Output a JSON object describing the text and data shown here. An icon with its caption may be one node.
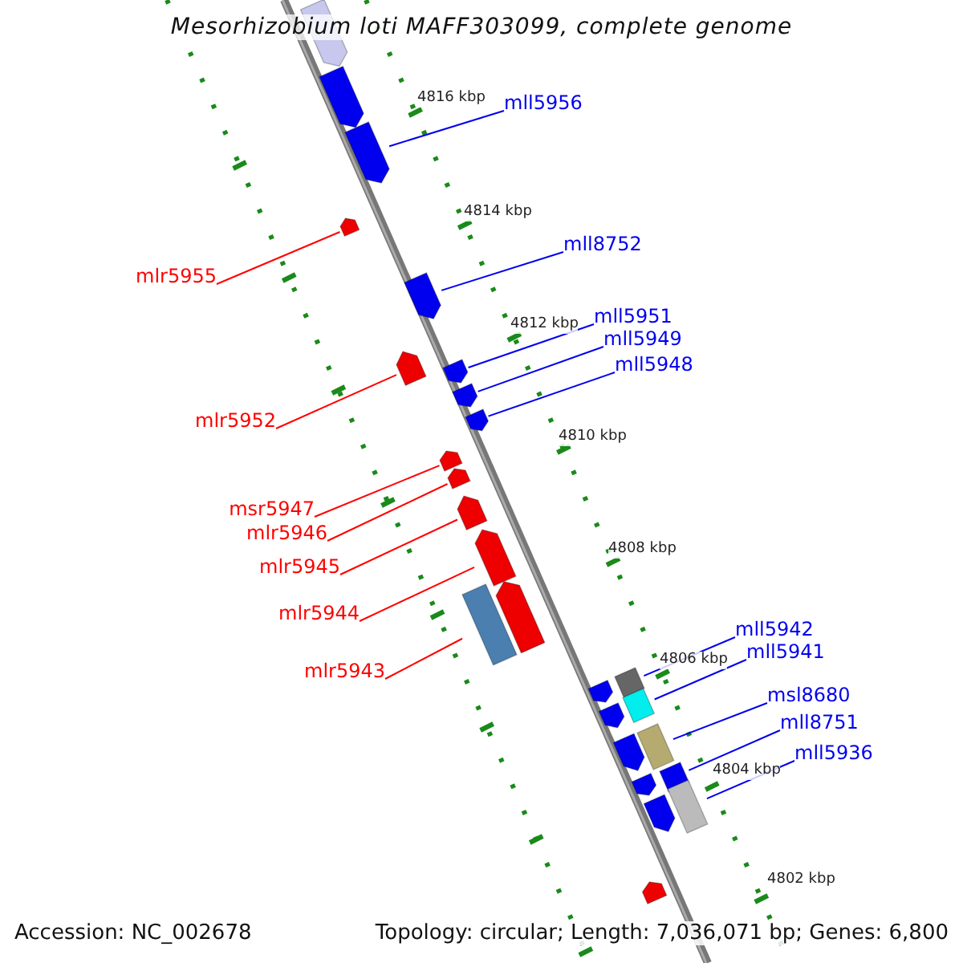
{
  "diagram": {
    "title": "Mesorhizobium loti MAFF303099, complete genome",
    "nodes": [
      {
        "text": [
          "mll5956"
        ]
      },
      {
        "text": [
          "mll8752"
        ]
      },
      {
        "text": [
          "mlr5955"
        ]
      },
      {
        "text": [
          "mll5951"
        ]
      },
      {
        "text": [
          "mll5949"
        ]
      },
      {
        "text": [
          "mll5948"
        ]
      },
      {
        "text": [
          "mlr5952"
        ]
      },
      {
        "text": [
          "msr5947"
        ]
      },
      {
        "text": [
          "mlr5946"
        ]
      },
      {
        "text": [
          "mlr5945"
        ]
      },
      {
        "text": [
          "mlr5944"
        ]
      },
      {
        "text": [
          "mll5942"
        ]
      },
      {
        "text": [
          "mll5941"
        ]
      },
      {
        "text": [
          "mlr5943"
        ]
      },
      {
        "text": [
          "msl8680"
        ]
      },
      {
        "text": [
          "mll8751"
        ]
      },
      {
        "text": [
          "mll5936"
        ]
      },
      {
        "text": [],
        "shape": "arrow"
      },
      {
        "text": [],
        "shape": "arrow"
      },
      {
        "text": [],
        "shape": "arrow"
      },
      {
        "text": [],
        "shape": "arrow"
      },
      {
        "text": [],
        "shape": "arrow"
      },
      {
        "text": [],
        "shape": "arrow"
      },
      {
        "text": [],
        "shape": "arrow"
      },
      {
        "text": [],
        "shape": "arrow"
      },
      {
        "text": [],
        "shape": "arrow"
      },
      {
        "text": [],
        "shape": "arrow"
      },
      {
        "text": [],
        "shape": "arrow"
      },
      {
        "text": [],
        "shape": "box"
      },
      {
        "text": [],
        "shape": "box"
      },
      {
        "text": [],
        "shape": "box"
      },
      {
        "text": [],
        "shape": "box"
      },
      {
        "text": [],
        "shape": "box"
      },
      {
        "text": [],
        "shape": "box"
      }
    ],
    "edges": [
      {
        "from": 0,
        "to": 17,
        "arrow": "none"
      },
      {
        "from": 1,
        "to": 19,
        "arrow": "none"
      },
      {
        "from": 2,
        "to": 18,
        "arrow": "none",
        "color": "#ff0000"
      },
      {
        "from": 3,
        "to": 21,
        "arrow": "none"
      },
      {
        "from": 4,
        "to": 22,
        "arrow": "none"
      },
      {
        "from": 5,
        "to": 23,
        "arrow": "none"
      },
      {
        "from": 6,
        "to": 20,
        "arrow": "none",
        "color": "#ff0000"
      },
      {
        "from": 7,
        "to": 24,
        "arrow": "none",
        "color": "#ff0000"
      },
      {
        "from": 8,
        "to": 25,
        "arrow": "none",
        "color": "#ff0000"
      },
      {
        "from": 9,
        "to": 26,
        "arrow": "none",
        "color": "#ff0000"
      },
      {
        "from": 10,
        "to": 27,
        "arrow": "none",
        "color": "#ff0000"
      },
      {
        "from": 11,
        "to": 29,
        "arrow": "none"
      },
      {
        "from": 12,
        "to": 30,
        "arrow": "none"
      },
      {
        "from": 13,
        "to": 28,
        "arrow": "none",
        "color": "#ff0000"
      },
      {
        "from": 14,
        "to": 31,
        "arrow": "none"
      },
      {
        "from": 15,
        "to": 32,
        "arrow": "none"
      },
      {
        "from": 16,
        "to": 33,
        "arrow": "none"
      }
    ],
    "labels": [
      "4816 kbp",
      "4814 kbp",
      "4812 kbp",
      "4810 kbp",
      "4808 kbp",
      "4806 kbp",
      "4804 kbp",
      "4802 kbp",
      "Accession: NC_002678",
      "Topology: circular; Length: 7,036,071 bp; Genes: 6,800"
    ]
  }
}
